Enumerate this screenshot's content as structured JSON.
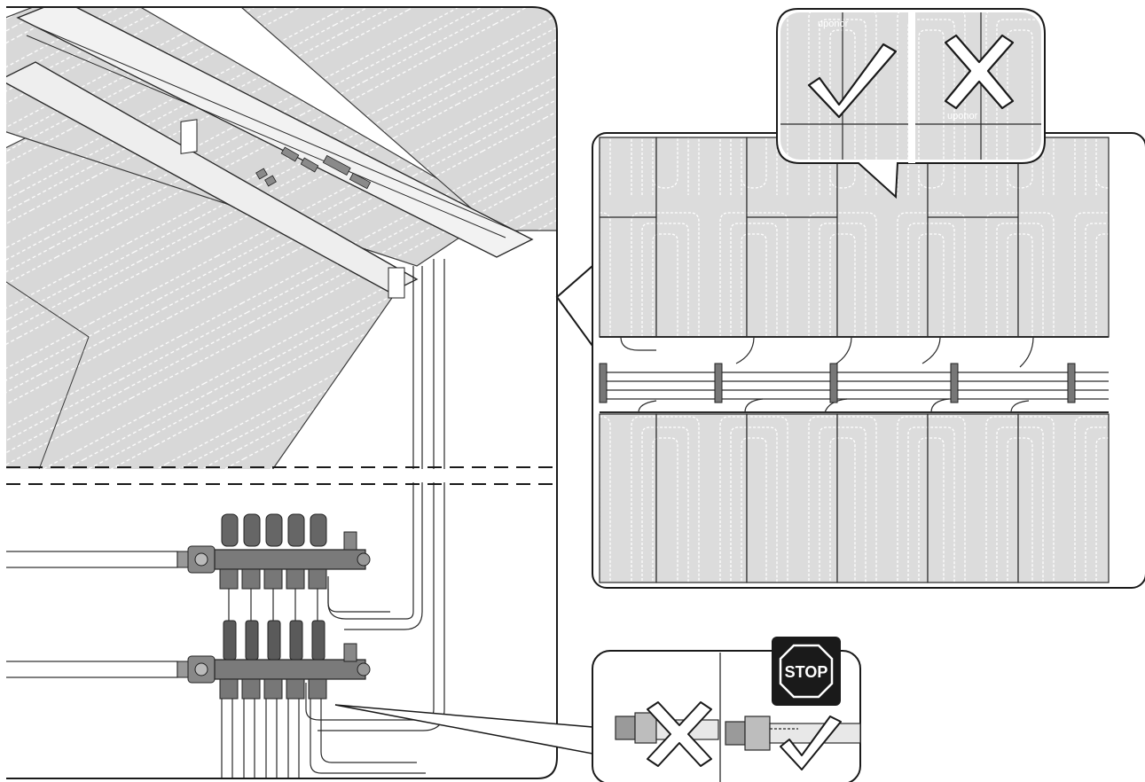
{
  "brand_logo": "uponor",
  "stop_sign": {
    "text": "STOP",
    "color": "#1a1a1a"
  },
  "colors": {
    "panel_fill": "#d9d9d9",
    "panel_fill_light": "#e3e3e3",
    "panel_stroke": "#3a3a3a",
    "pipe_loop": "#ffffff",
    "manifold": "#7a7a7a",
    "manifold_dark": "#4d4d4d"
  },
  "icons": {
    "correct": "checkmark-icon",
    "incorrect": "cross-icon",
    "stop": "stop-sign-icon"
  },
  "callouts": [
    {
      "name": "panel-layout-callout",
      "left_mark": "checkmark-icon",
      "right_mark": "cross-icon"
    },
    {
      "name": "fitting-callout",
      "left_mark": "cross-icon",
      "right_mark": "checkmark-icon"
    }
  ]
}
